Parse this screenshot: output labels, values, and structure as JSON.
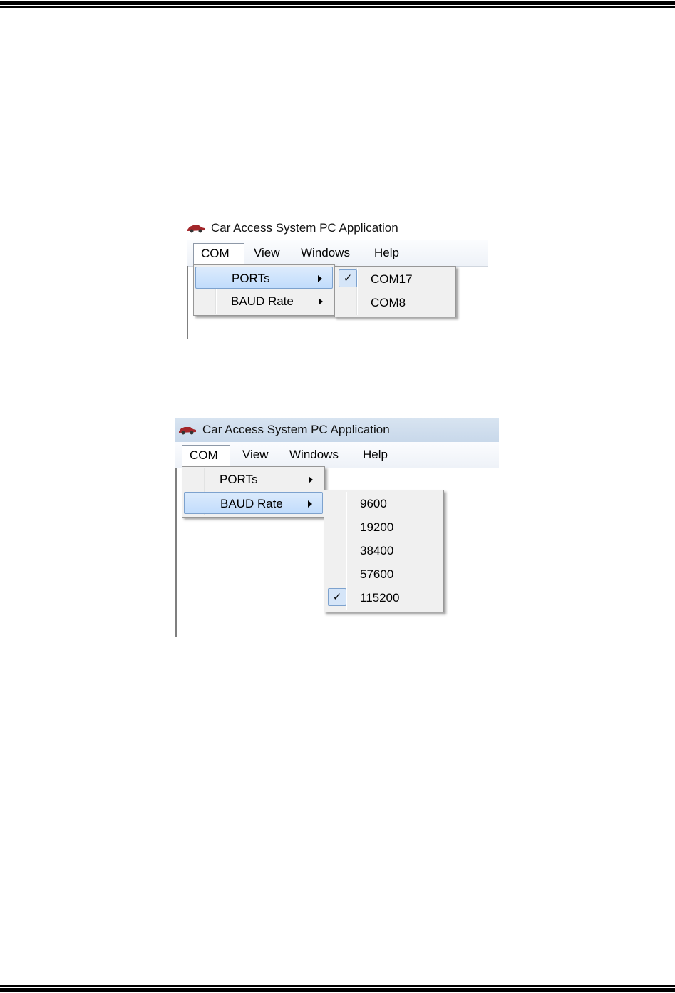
{
  "screenshots": [
    {
      "title": "Car Access System PC Application",
      "menu": [
        "COM",
        "View",
        "Windows",
        "Help"
      ],
      "com_menu": {
        "ports_label": "PORTs",
        "baud_label": "BAUD Rate"
      },
      "submenu": {
        "items": [
          "COM17",
          "COM8"
        ],
        "checked": "COM17"
      }
    },
    {
      "title": "Car Access System PC Application",
      "menu": [
        "COM",
        "View",
        "Windows",
        "Help"
      ],
      "com_menu": {
        "ports_label": "PORTs",
        "baud_label": "BAUD Rate"
      },
      "submenu": {
        "items": [
          "9600",
          "19200",
          "38400",
          "57600",
          "115200"
        ],
        "checked": "115200"
      }
    }
  ],
  "icons": {
    "app_icon": "car-icon",
    "checkmark": "check-icon",
    "submenu_arrow": "chevron-right-icon"
  },
  "colors": {
    "highlight": "#c1dcfc",
    "highlight_border": "#7da2ce",
    "menu_bg": "#f0f0f0"
  }
}
